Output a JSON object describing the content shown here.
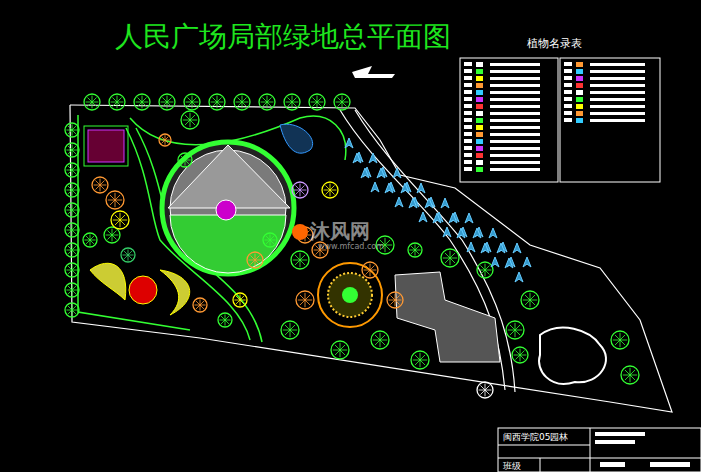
{
  "diagram": {
    "title": "人民广场局部绿地总平面图",
    "labels": [
      "植物名录表",
      "沐风网",
      "www.mfcad.com",
      "闽西学院05园林",
      "班级"
    ]
  }
}
